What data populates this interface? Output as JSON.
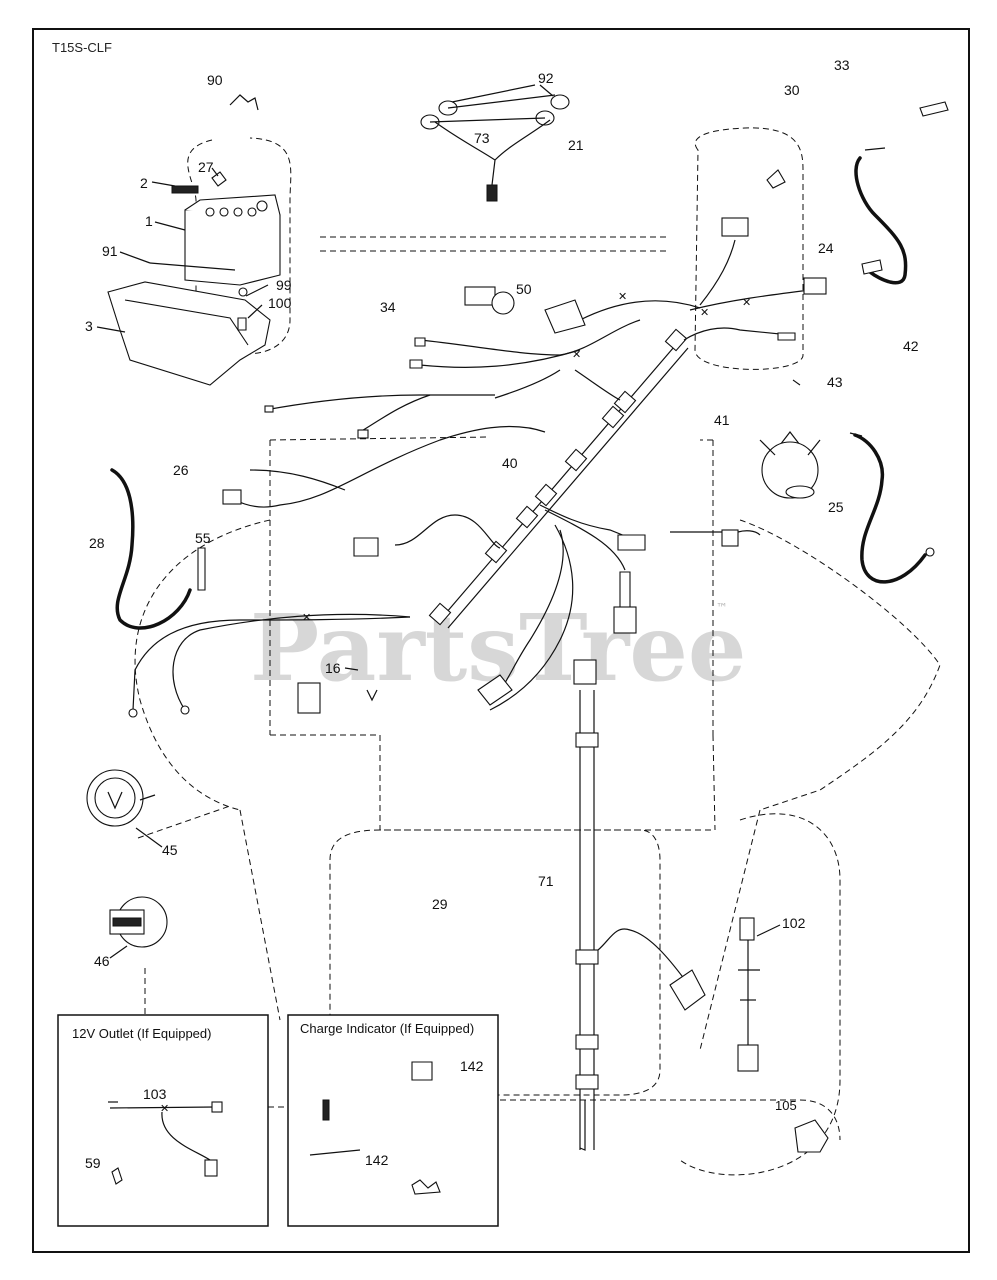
{
  "diagram_code": "T15S-CLF",
  "watermark": "PartsTree",
  "watermark_tm": "™",
  "insets": {
    "outlet_title": "12V Outlet (If Equipped)",
    "charge_title": "Charge Indicator (If Equipped)"
  },
  "callouts": [
    {
      "id": "c90",
      "text": "90"
    },
    {
      "id": "c92",
      "text": "92"
    },
    {
      "id": "c33",
      "text": "33"
    },
    {
      "id": "c30",
      "text": "30"
    },
    {
      "id": "c27",
      "text": "27"
    },
    {
      "id": "c2",
      "text": "2"
    },
    {
      "id": "c73",
      "text": "73"
    },
    {
      "id": "c21",
      "text": "21"
    },
    {
      "id": "c1",
      "text": "1"
    },
    {
      "id": "c91",
      "text": "91"
    },
    {
      "id": "c99",
      "text": "99"
    },
    {
      "id": "c100",
      "text": "100"
    },
    {
      "id": "c3",
      "text": "3"
    },
    {
      "id": "c24",
      "text": "24"
    },
    {
      "id": "c50",
      "text": "50"
    },
    {
      "id": "c34",
      "text": "34"
    },
    {
      "id": "c42",
      "text": "42"
    },
    {
      "id": "c43",
      "text": "43"
    },
    {
      "id": "c41",
      "text": "41"
    },
    {
      "id": "c26",
      "text": "26"
    },
    {
      "id": "c40",
      "text": "40"
    },
    {
      "id": "c25",
      "text": "25"
    },
    {
      "id": "c28",
      "text": "28"
    },
    {
      "id": "c55",
      "text": "55"
    },
    {
      "id": "c16",
      "text": "16"
    },
    {
      "id": "c45",
      "text": "45"
    },
    {
      "id": "c71",
      "text": "71"
    },
    {
      "id": "c29",
      "text": "29"
    },
    {
      "id": "c102",
      "text": "102"
    },
    {
      "id": "c46",
      "text": "46"
    },
    {
      "id": "c103",
      "text": "103"
    },
    {
      "id": "c142a",
      "text": "142"
    },
    {
      "id": "c142b",
      "text": "142"
    },
    {
      "id": "c59",
      "text": "59"
    },
    {
      "id": "c105",
      "text": "105"
    }
  ]
}
